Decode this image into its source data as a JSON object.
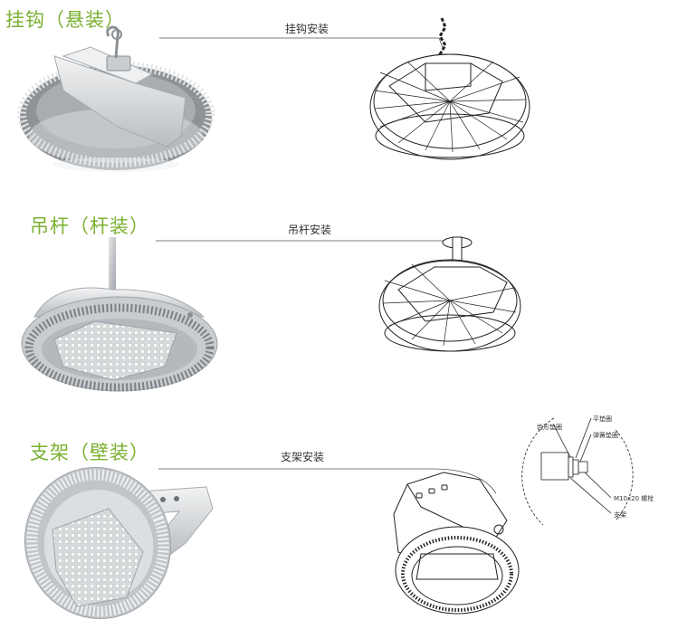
{
  "sections": [
    {
      "title": "挂钩（悬装）",
      "caption": "挂钩安装"
    },
    {
      "title": "吊杆（杆装）",
      "caption": "吊杆安装"
    },
    {
      "title": "支架（壁装）",
      "caption": "支架安装"
    }
  ],
  "detail_labels": {
    "flat_washer": "平垫圈",
    "toothed_washer": "齿形垫圈",
    "spring_washer": "弹簧垫圈",
    "bolt": "M10x20 螺栓",
    "bracket": "支架"
  },
  "colors": {
    "title_green": "#7ab030",
    "line": "#555555"
  }
}
